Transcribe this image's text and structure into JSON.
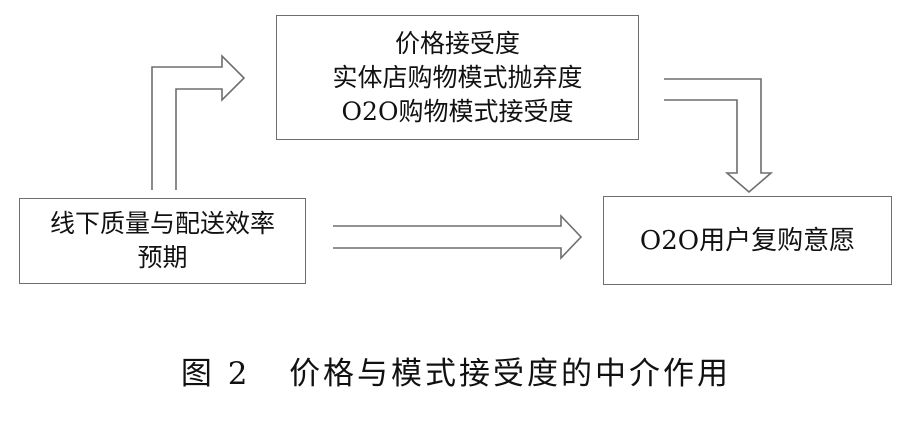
{
  "diagram": {
    "mediator": {
      "lines": [
        "价格接受度",
        "实体店购物模式抛弃度",
        "O2O购物模式接受度"
      ]
    },
    "predictor": {
      "lines": [
        "线下质量与配送效率",
        "预期"
      ]
    },
    "outcome": {
      "lines": [
        "O2O用户复购意愿"
      ]
    },
    "caption": {
      "number": "图 2",
      "text": "价格与模式接受度的中介作用"
    }
  },
  "colors": {
    "box_border": "#6e6e6e",
    "arrow_outline": "#6e6e6e",
    "text": "#111111"
  }
}
